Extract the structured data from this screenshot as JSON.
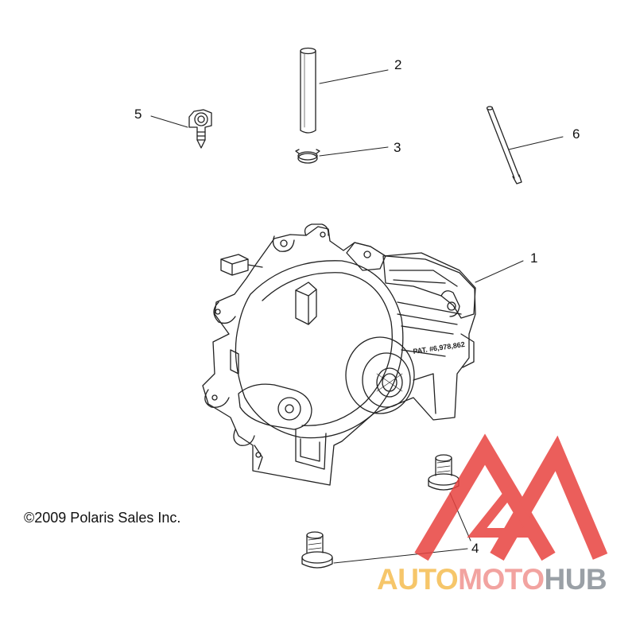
{
  "callouts": {
    "c1": "1",
    "c2": "2",
    "c3": "3",
    "c4": "4",
    "c5": "5",
    "c6": "6"
  },
  "copyright": "©2009 Polaris Sales Inc.",
  "housing_marking": "PAT. #6,978,862",
  "watermark": {
    "part1": "AUTO",
    "part2": "MOTO",
    "part3": "HUB"
  },
  "colors": {
    "line": "#222222",
    "logo_red": "#e8423f",
    "logo_yellow": "#f6c66a",
    "logo_gray": "#9aa0a6"
  }
}
